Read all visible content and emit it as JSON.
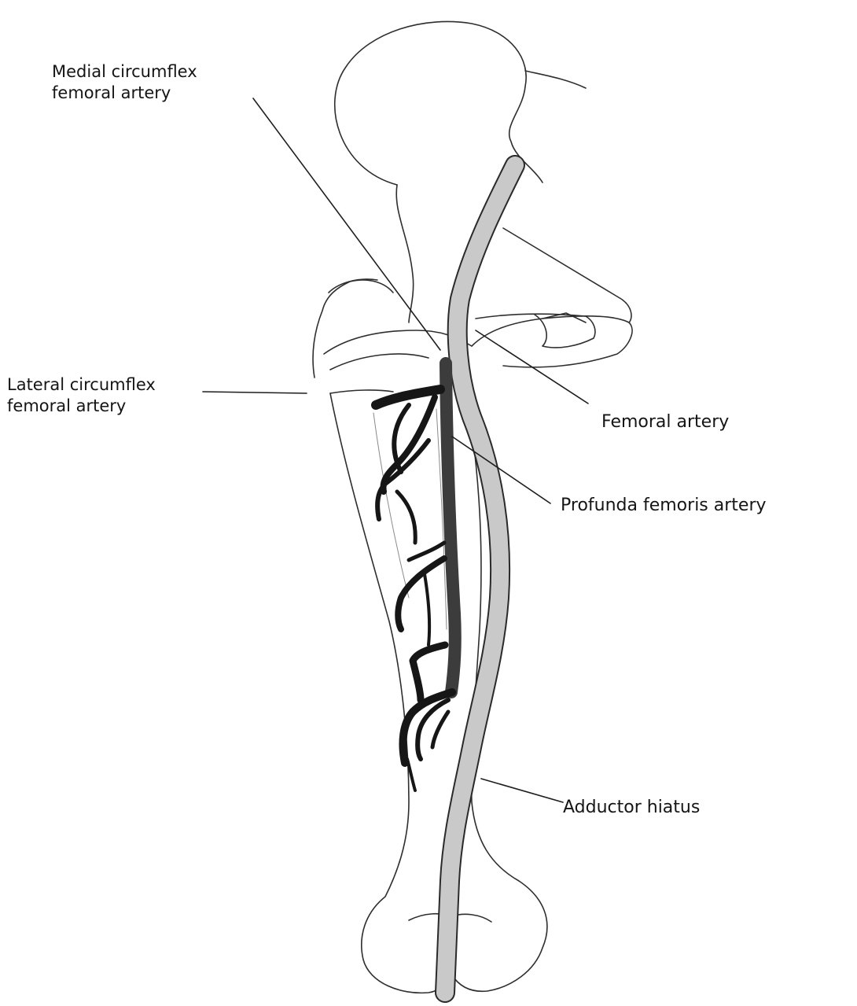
{
  "labels": {
    "medial_line1": "Medial circumflex",
    "medial_line2": "femoral artery",
    "lateral_line1": "Lateral circumflex",
    "lateral_line2": "femoral artery",
    "femoral": "Femoral artery",
    "profunda": "Profunda femoris artery",
    "adductor": "Adductor hiatus"
  },
  "colors": {
    "outline": "#2a2a2a",
    "femoral_artery_fill": "#c9c9c9",
    "profunda_fill": "#3c3c3c",
    "branch_fill": "#161616",
    "background": "#ffffff"
  }
}
